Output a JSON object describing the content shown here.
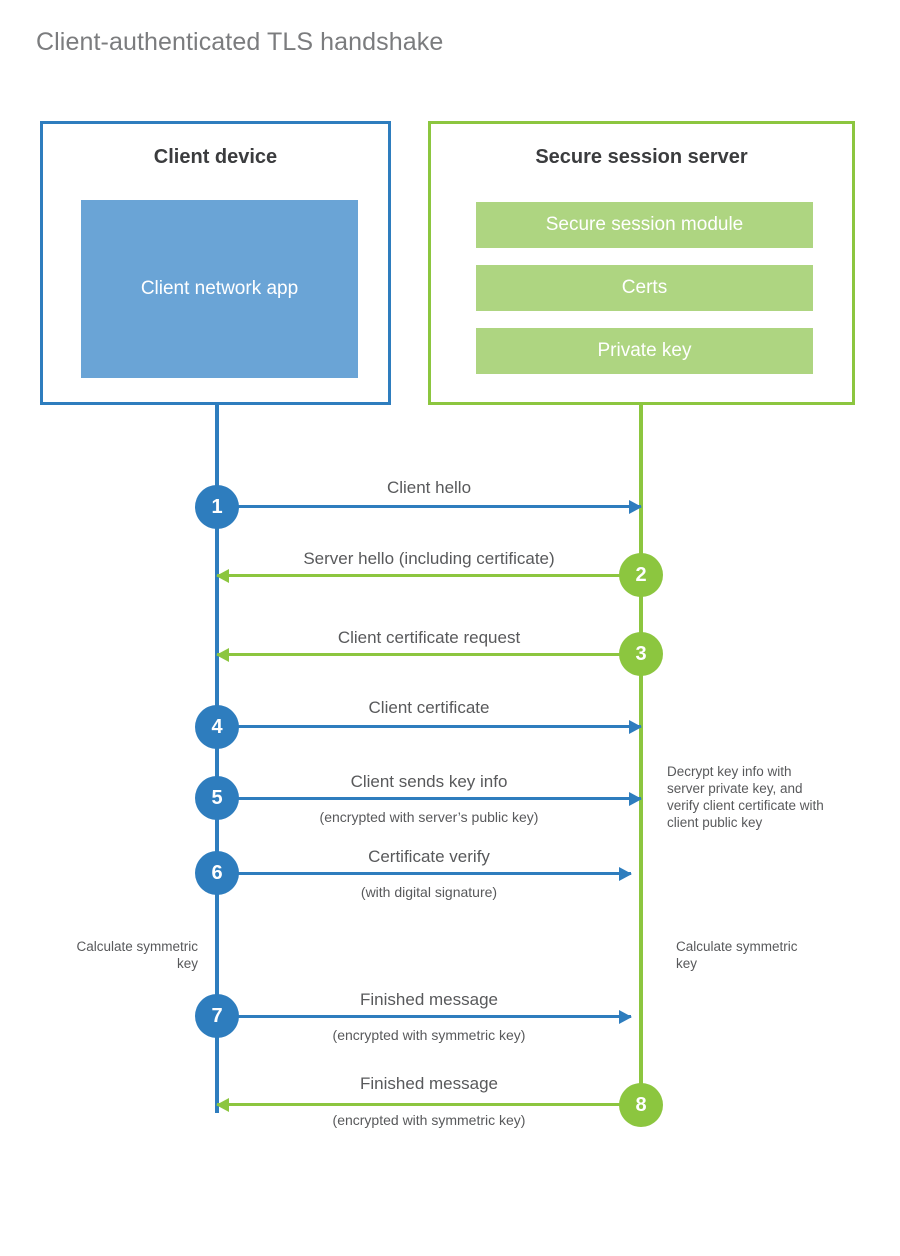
{
  "diagram": {
    "title": "Client-authenticated TLS handshake",
    "colors": {
      "client_blue": "#2e7dbe",
      "client_app_fill": "#6aa4d6",
      "server_green": "#8cc63f",
      "server_bar_fill": "#aed581",
      "text_gray": "#58595b",
      "title_gray": "#7b7c7e"
    },
    "parties": {
      "client": {
        "title": "Client device",
        "component": "Client network app"
      },
      "server": {
        "title": "Secure session server",
        "components": [
          "Secure session module",
          "Certs",
          "Private key"
        ]
      }
    },
    "steps": [
      {
        "number": "1",
        "label": "Client hello",
        "sub": "",
        "direction": "client-to-server",
        "color": "blue"
      },
      {
        "number": "2",
        "label": "Server hello (including certificate)",
        "sub": "",
        "direction": "server-to-client",
        "color": "green"
      },
      {
        "number": "3",
        "label": "Client certificate request",
        "sub": "",
        "direction": "server-to-client",
        "color": "green"
      },
      {
        "number": "4",
        "label": "Client certificate",
        "sub": "",
        "direction": "client-to-server",
        "color": "blue"
      },
      {
        "number": "5",
        "label": "Client sends key info",
        "sub": "(encrypted with server’s public key)",
        "direction": "client-to-server",
        "color": "blue"
      },
      {
        "number": "6",
        "label": "Certificate verify",
        "sub": "(with digital signature)",
        "direction": "client-to-server",
        "color": "blue"
      },
      {
        "number": "7",
        "label": "Finished message",
        "sub": "(encrypted with symmetric key)",
        "direction": "client-to-server",
        "color": "blue"
      },
      {
        "number": "8",
        "label": "Finished message",
        "sub": "(encrypted with symmetric key)",
        "direction": "server-to-client",
        "color": "green"
      }
    ],
    "notes": {
      "server_decrypt": "Decrypt key info with server private key, and verify client certificate with client public key",
      "client_calculate": "Calculate symmetric key",
      "server_calculate": "Calculate symmetric key"
    }
  }
}
